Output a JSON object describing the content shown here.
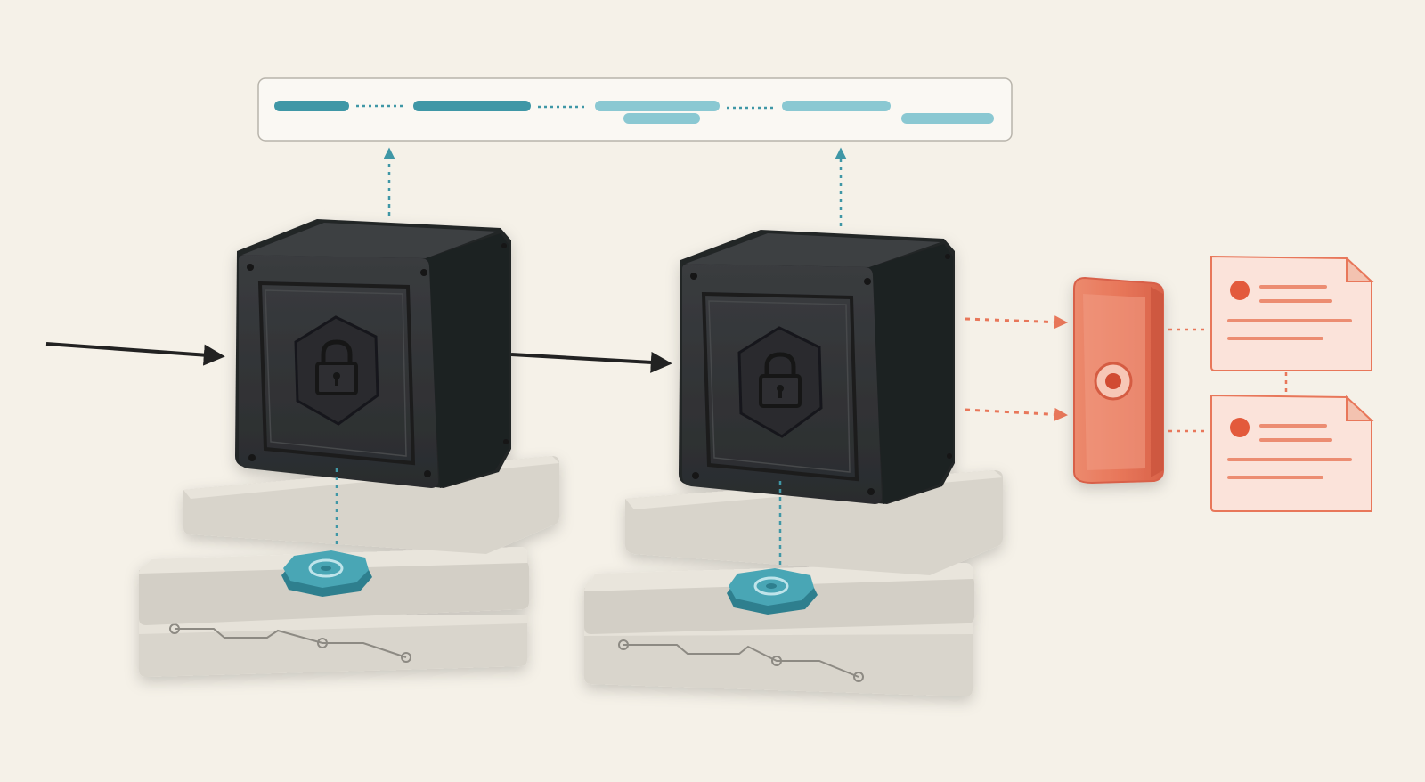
{
  "colors": {
    "background": "#f5f1e8",
    "cube_dark": "#2f3133",
    "cube_side": "#232527",
    "cube_top": "#3c3e41",
    "slab_light": "#e2dfd7",
    "slab_edge": "#c9c5bc",
    "teal": "#3f97a6",
    "teal_light": "#8ac8d2",
    "coral": "#e8775a",
    "coral_light": "#f8d6c8",
    "arrow_dark": "#222222"
  },
  "timeline_bar": {
    "segments": [
      {
        "tone": "dark",
        "row": 1
      },
      {
        "tone": "dark",
        "row": 1
      },
      {
        "tone": "light",
        "row": 1
      },
      {
        "tone": "light",
        "row": 2
      },
      {
        "tone": "light",
        "row": 1
      },
      {
        "tone": "light",
        "row": 2
      }
    ]
  },
  "nodes": [
    {
      "name": "secure-enclave-1",
      "icon": "padlock-icon",
      "base_icon": "chip-token-icon"
    },
    {
      "name": "secure-enclave-2",
      "icon": "padlock-icon",
      "base_icon": "chip-token-icon"
    }
  ],
  "output_device": {
    "icon": "record-dot-icon"
  },
  "documents": [
    {
      "icon": "document-icon"
    },
    {
      "icon": "document-icon"
    }
  ]
}
